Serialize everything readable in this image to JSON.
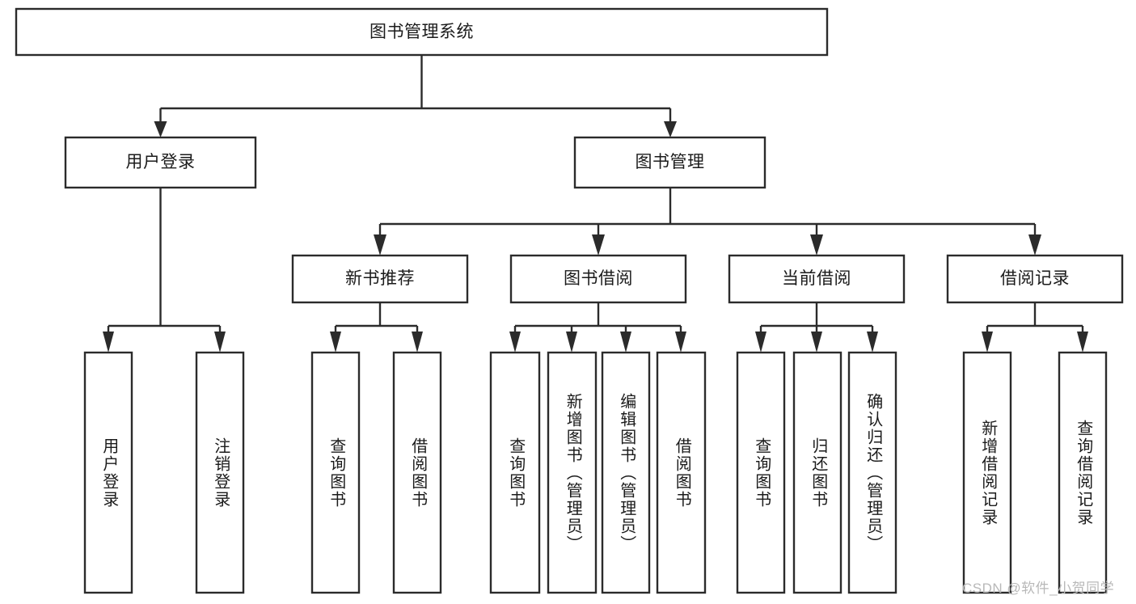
{
  "diagram": {
    "title": "图书管理系统",
    "type": "tree-hierarchy-diagram",
    "colors": {
      "box_stroke": "#2b2b2b",
      "box_fill": "#ffffff",
      "text": "#1b1b1b",
      "background": "#ffffff",
      "watermark": "#b8b8b8"
    },
    "root": {
      "label": "图书管理系统"
    },
    "level2": [
      {
        "label": "用户登录"
      },
      {
        "label": "图书管理"
      }
    ],
    "level3": [
      {
        "label": "新书推荐"
      },
      {
        "label": "图书借阅"
      },
      {
        "label": "当前借阅"
      },
      {
        "label": "借阅记录"
      }
    ],
    "leaves": {
      "user_login": [
        {
          "label": "用户登录"
        },
        {
          "label": "注销登录"
        }
      ],
      "new_book": [
        {
          "label": "查询图书"
        },
        {
          "label": "借阅图书"
        }
      ],
      "book_borrow": [
        {
          "label": "查询图书"
        },
        {
          "label": "新增图书（管理员）"
        },
        {
          "label": "编辑图书（管理员）"
        },
        {
          "label": "借阅图书"
        }
      ],
      "current_borrow": [
        {
          "label": "查询图书"
        },
        {
          "label": "归还图书"
        },
        {
          "label": "确认归还（管理员）"
        }
      ],
      "borrow_record": [
        {
          "label": "新增借阅记录"
        },
        {
          "label": "查询借阅记录"
        }
      ]
    }
  },
  "watermark": {
    "text": "CSDN @软件_小贺同学"
  }
}
